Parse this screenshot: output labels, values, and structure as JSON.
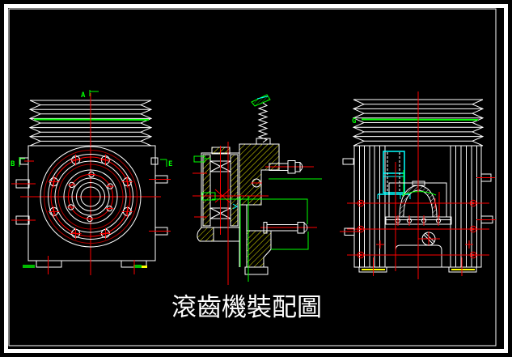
{
  "title": {
    "text": "滾齒機裝配圖"
  },
  "annotations": {
    "label_a": "A",
    "label_b": "B",
    "label_e": "E",
    "label_g": "G"
  },
  "colors": {
    "background": "#000000",
    "outline_white": "#ffffff",
    "centerline_red": "#ff0000",
    "centerline_dark_red": "#b00000",
    "annotation_green": "#00ff00",
    "hatch_yellow": "#e6e600",
    "highlight_cyan": "#00ffff",
    "foot_pad_yellow": "#ffff00"
  }
}
